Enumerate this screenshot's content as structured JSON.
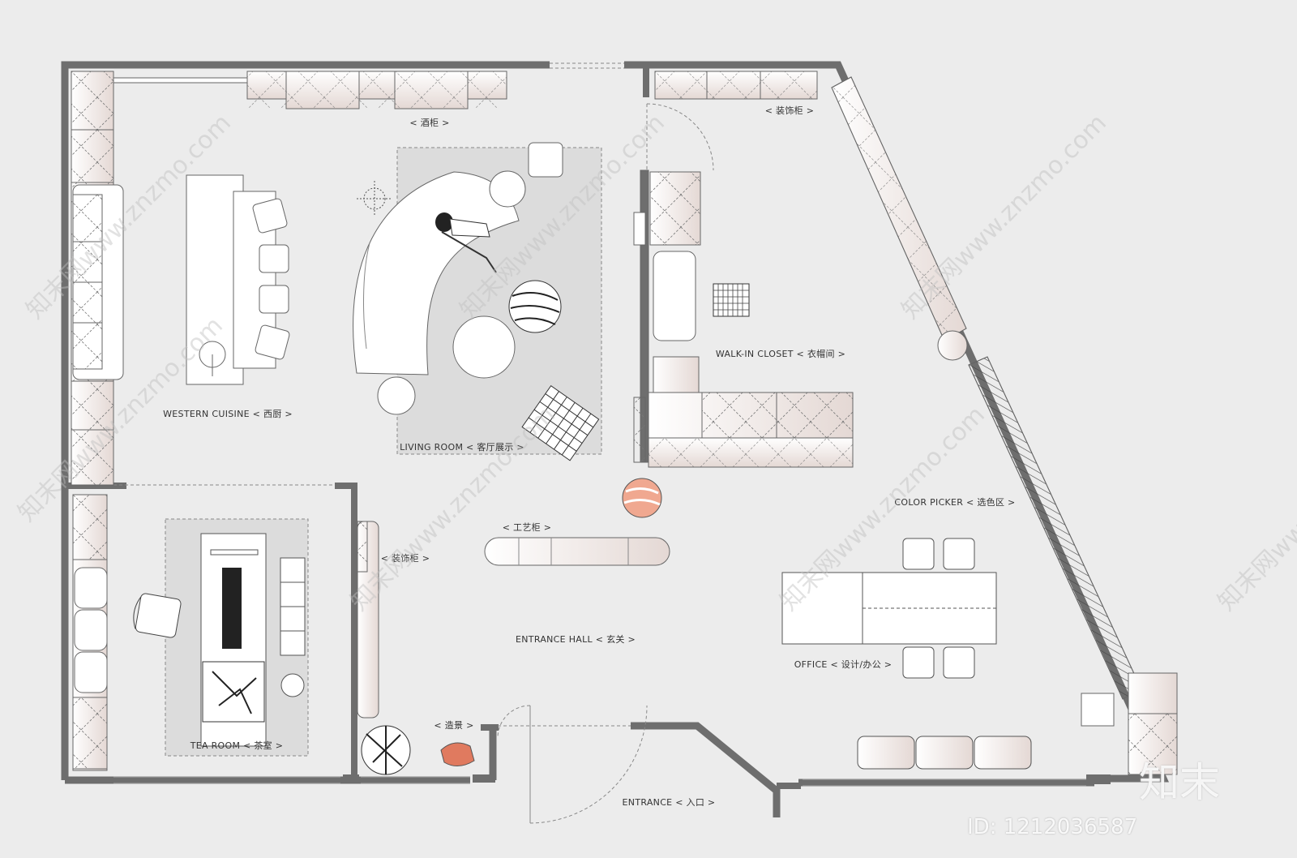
{
  "rooms": {
    "western_cuisine": "WESTERN CUISINE < 西厨 >",
    "living_room": "LIVING ROOM < 客厅展示 >",
    "walk_in_closet": "WALK-IN CLOSET < 衣帽间 >",
    "color_picker": "COLOR PICKER < 选色区 >",
    "entrance_hall": "ENTRANCE HALL < 玄关 >",
    "office": "OFFICE < 设计/办公 >",
    "tea_room": "TEA ROOM < 茶室 >",
    "entrance": "ENTRANCE < 入口 >"
  },
  "fixtures": {
    "wine_cabinet": "< 酒柜 >",
    "deco_cabinet_top": "< 装饰柜 >",
    "deco_cabinet_side": "< 装饰柜 >",
    "craft_cabinet": "< 工艺柜 >",
    "scenery": "< 造景 >"
  },
  "watermarks": {
    "site": "知末网www.znzmo.com",
    "brand": "知末",
    "id": "ID: 1212036587"
  },
  "colors": {
    "wall": "#6e6e6e",
    "cabinet_tint": "#e6dcd8",
    "rug": "#dcdcdc",
    "accent": "#e07a5f"
  }
}
